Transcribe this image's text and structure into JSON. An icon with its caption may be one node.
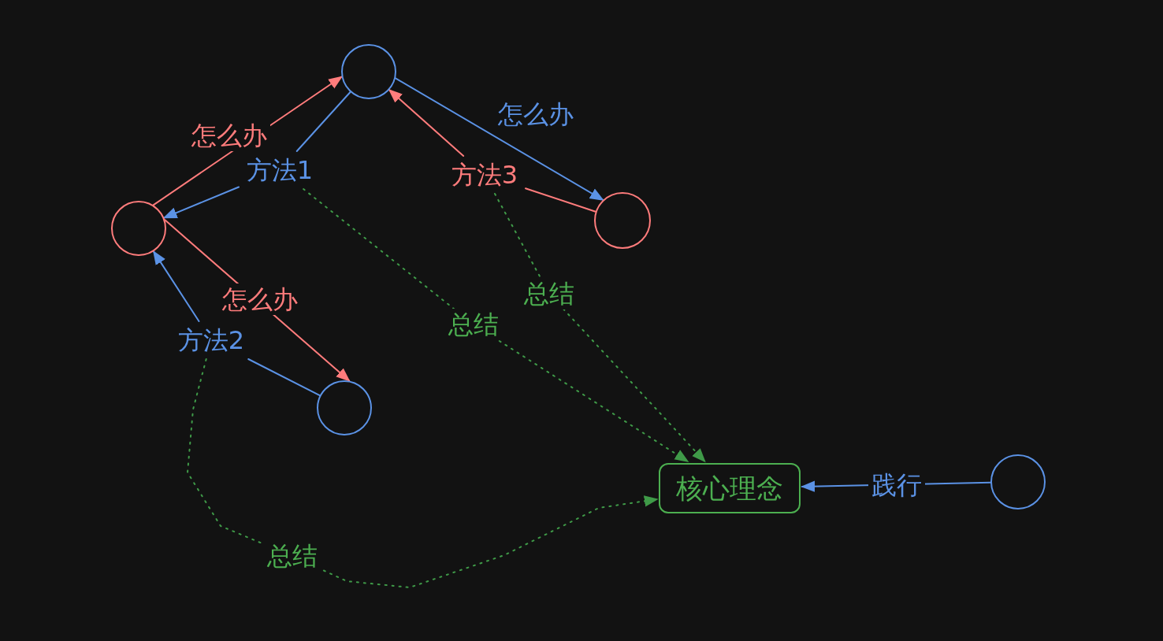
{
  "diagram": {
    "nodes": [
      {
        "text": [],
        "shape": "circle"
      },
      {
        "text": [],
        "shape": "circle"
      },
      {
        "text": [],
        "shape": "circle"
      },
      {
        "text": [],
        "shape": "circle"
      },
      {
        "text": [
          "核心理念"
        ]
      },
      {
        "text": [],
        "shape": "circle"
      },
      {
        "text": [
          "方法1"
        ]
      },
      {
        "text": [
          "方法3"
        ]
      },
      {
        "text": [
          "方法2"
        ]
      }
    ],
    "edges": [
      {
        "from": 1,
        "to": 0,
        "arrow": "to",
        "label": "怎么办",
        "color": "#ff7c7c"
      },
      {
        "from": 0,
        "to": 6,
        "arrow": "none"
      },
      {
        "from": 6,
        "to": 1,
        "arrow": "to"
      },
      {
        "from": 0,
        "to": 2,
        "arrow": "to",
        "label": "怎么办"
      },
      {
        "from": 2,
        "to": 7,
        "arrow": "none",
        "color": "#ff7c7c"
      },
      {
        "from": 7,
        "to": 0,
        "arrow": "to",
        "color": "#ff7c7c"
      },
      {
        "from": 1,
        "to": 3,
        "arrow": "to",
        "label": "怎么办",
        "color": "#ff7c7c"
      },
      {
        "from": 3,
        "to": 8,
        "arrow": "none"
      },
      {
        "from": 8,
        "to": 1,
        "arrow": "to"
      },
      {
        "from": 6,
        "to": 4,
        "arrow": "to",
        "label": "总结",
        "style": "dashed",
        "color": "#3f9a48"
      },
      {
        "from": 7,
        "to": 4,
        "arrow": "to",
        "label": "总结",
        "style": "dashed",
        "color": "#3f9a48"
      },
      {
        "from": 8,
        "to": 4,
        "arrow": "to",
        "label": "总结",
        "style": "dashed",
        "color": "#3f9a48"
      },
      {
        "from": 5,
        "to": 4,
        "arrow": "to",
        "label": "践行"
      }
    ]
  }
}
